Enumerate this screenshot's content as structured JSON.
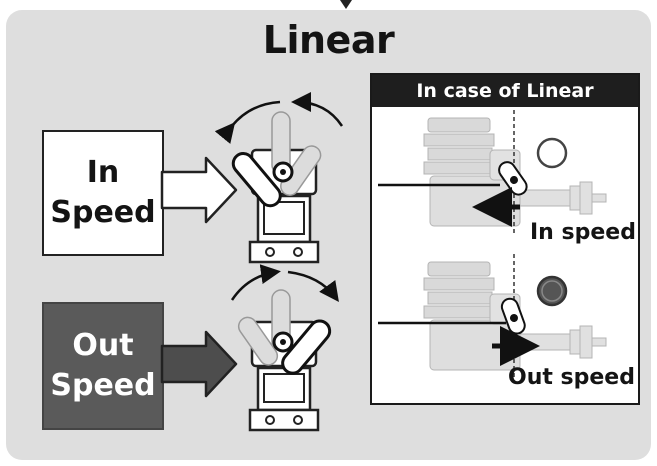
{
  "title": "Linear",
  "in_speed": {
    "line1": "In",
    "line2": "Speed"
  },
  "out_speed": {
    "line1": "Out",
    "line2": "Speed"
  },
  "case_panel": {
    "header": "In case of Linear",
    "in_label": "In speed",
    "out_label": "Out speed"
  },
  "colors": {
    "panel_bg": "#dedede",
    "out_box": "#5a5a5a",
    "header_bg": "#1e1e1e",
    "indicator_open": "#ffffff",
    "indicator_closed": "#555555"
  },
  "icons": {
    "servo": "servo-icon",
    "engine": "engine-icon",
    "arrow": "right-arrow-icon"
  }
}
